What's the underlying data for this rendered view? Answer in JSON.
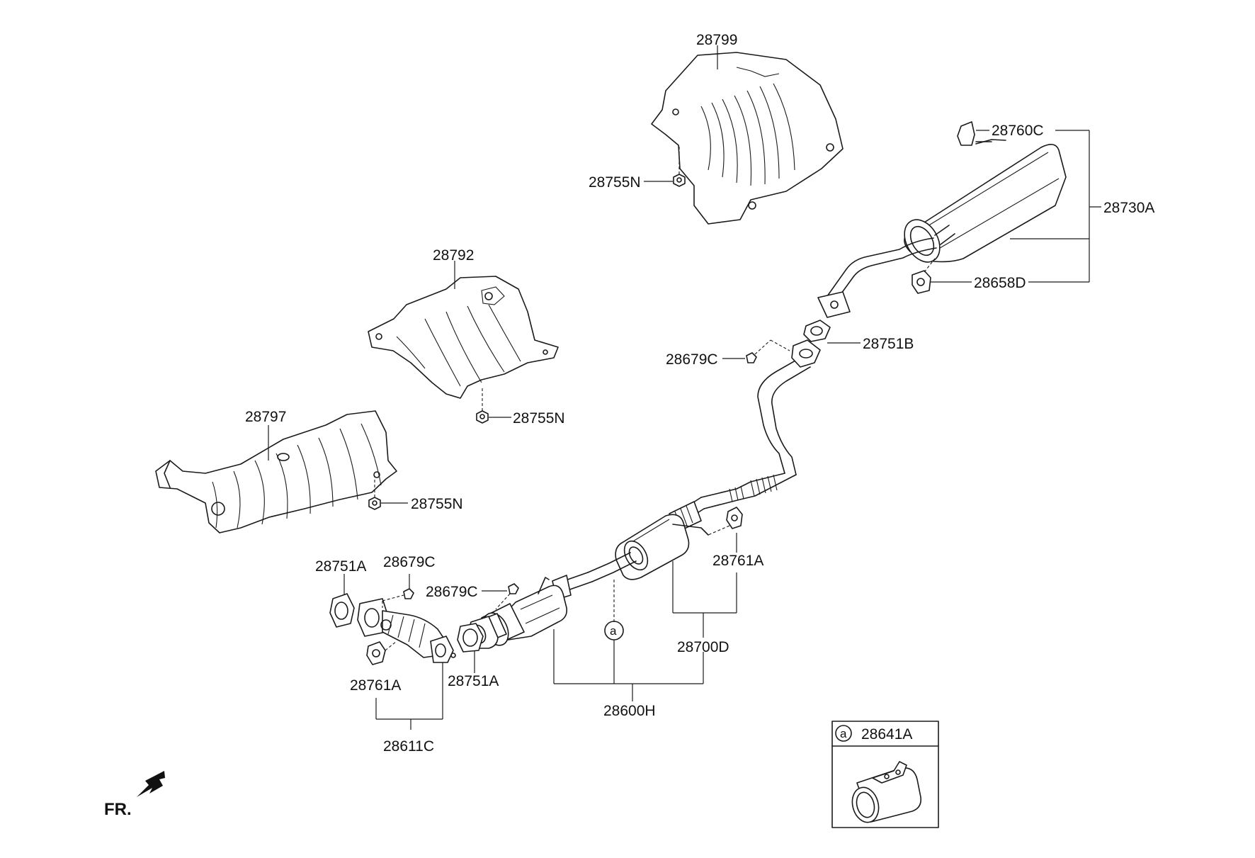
{
  "labels": {
    "p28799": "28799",
    "p28755N_top": "28755N",
    "p28760C": "28760C",
    "p28730A": "28730A",
    "p28658D": "28658D",
    "p28792": "28792",
    "p28755N_mid": "28755N",
    "p28751B": "28751B",
    "p28679C_right": "28679C",
    "p28797": "28797",
    "p28755N_low": "28755N",
    "p28761A_right": "28761A",
    "p28751A_left": "28751A",
    "p28679C_left": "28679C",
    "p28679C_center": "28679C",
    "p28700D": "28700D",
    "p28761A_left": "28761A",
    "p28751A_center": "28751A",
    "p28600H": "28600H",
    "p28611C": "28611C",
    "callout_a": "a",
    "legend_callout": "a",
    "legend_part": "28641A",
    "front_indicator": "FR."
  },
  "icons": {
    "front_arrow": "arrow-down-left-icon"
  }
}
